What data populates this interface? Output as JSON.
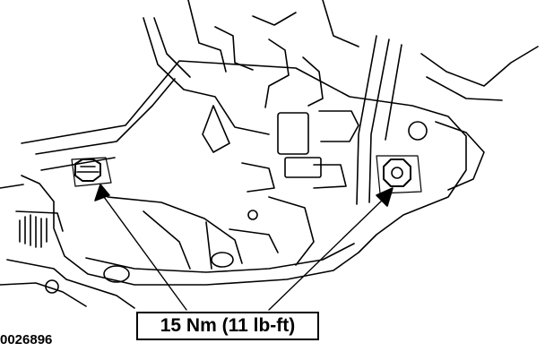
{
  "callout": {
    "label": "15 Nm (11 lb-ft)"
  },
  "figure": {
    "ref": "0026896"
  },
  "colors": {
    "ink": "#000000",
    "paper": "#ffffff"
  },
  "icons": [
    "bolt-left",
    "bolt-right",
    "leader-arrow"
  ]
}
